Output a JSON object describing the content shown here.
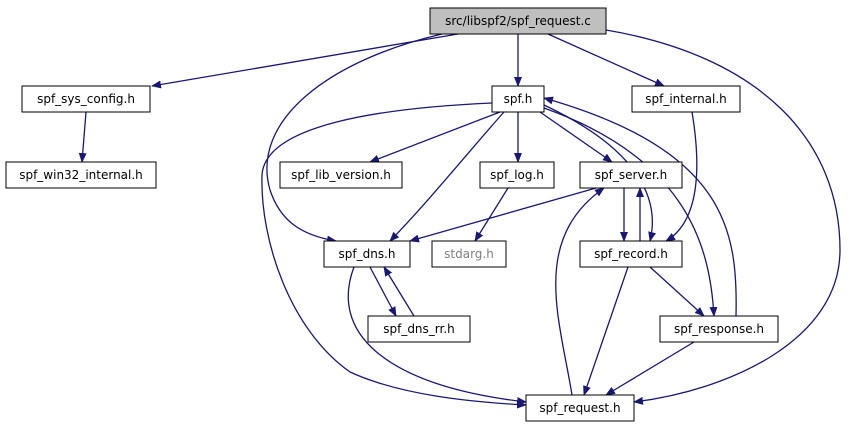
{
  "colors": {
    "edge": "#191970",
    "root_fill": "#bfbfbf",
    "node_fill": "#ffffff",
    "node_border": "#000000",
    "system_border": "#bfbfbf",
    "system_text": "#7f7f7f"
  },
  "nodes": {
    "spf_request_c": "src/libspf2/spf_request.c",
    "spf_sys_config_h": "spf_sys_config.h",
    "spf_h": "spf.h",
    "spf_internal_h": "spf_internal.h",
    "spf_win32_internal_h": "spf_win32_internal.h",
    "spf_lib_version_h": "spf_lib_version.h",
    "spf_log_h": "spf_log.h",
    "spf_server_h": "spf_server.h",
    "spf_dns_h": "spf_dns.h",
    "stdarg_h": "stdarg.h",
    "spf_record_h": "spf_record.h",
    "spf_dns_rr_h": "spf_dns_rr.h",
    "spf_response_h": "spf_response.h",
    "spf_request_h": "spf_request.h"
  },
  "edges": [
    [
      "spf_request_c",
      "spf_sys_config_h"
    ],
    [
      "spf_request_c",
      "spf_h"
    ],
    [
      "spf_request_c",
      "spf_internal_h"
    ],
    [
      "spf_request_c",
      "spf_dns_h"
    ],
    [
      "spf_request_c",
      "spf_request_h"
    ],
    [
      "spf_sys_config_h",
      "spf_win32_internal_h"
    ],
    [
      "spf_h",
      "spf_lib_version_h"
    ],
    [
      "spf_h",
      "spf_log_h"
    ],
    [
      "spf_h",
      "spf_server_h"
    ],
    [
      "spf_h",
      "spf_dns_h"
    ],
    [
      "spf_h",
      "spf_record_h"
    ],
    [
      "spf_h",
      "spf_response_h"
    ],
    [
      "spf_h",
      "spf_request_h"
    ],
    [
      "spf_internal_h",
      "spf_record_h"
    ],
    [
      "spf_log_h",
      "stdarg_h"
    ],
    [
      "spf_server_h",
      "spf_dns_h"
    ],
    [
      "spf_server_h",
      "spf_record_h"
    ],
    [
      "spf_record_h",
      "spf_server_h"
    ],
    [
      "spf_record_h",
      "spf_response_h"
    ],
    [
      "spf_record_h",
      "spf_request_h"
    ],
    [
      "spf_dns_h",
      "spf_dns_rr_h"
    ],
    [
      "spf_dns_rr_h",
      "spf_dns_h"
    ],
    [
      "spf_dns_h",
      "spf_request_h"
    ],
    [
      "spf_response_h",
      "spf_h"
    ],
    [
      "spf_response_h",
      "spf_request_h"
    ],
    [
      "spf_request_h",
      "spf_server_h"
    ]
  ]
}
